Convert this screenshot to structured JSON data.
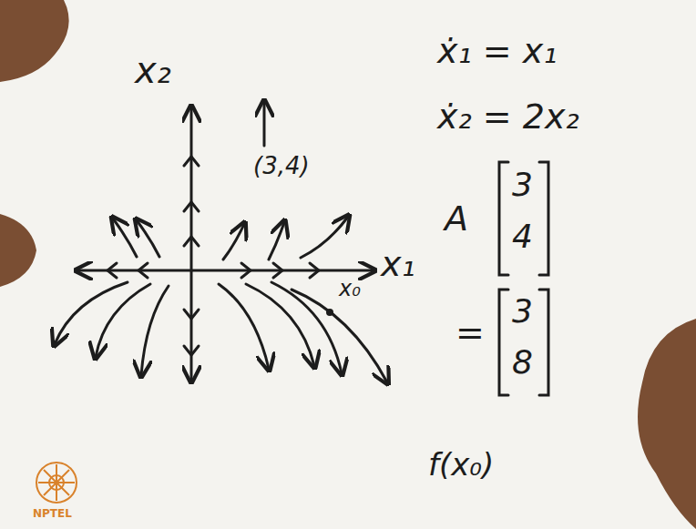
{
  "diagram": {
    "labels": [
      "x₂",
      "(3,4)",
      "ẋ₁ = x₁",
      "ẋ₂ = 2x₂",
      "A",
      "3",
      "4",
      "=",
      "3",
      "8",
      "x₁",
      "x₀",
      "f(x₀)",
      "NPTEL"
    ]
  }
}
